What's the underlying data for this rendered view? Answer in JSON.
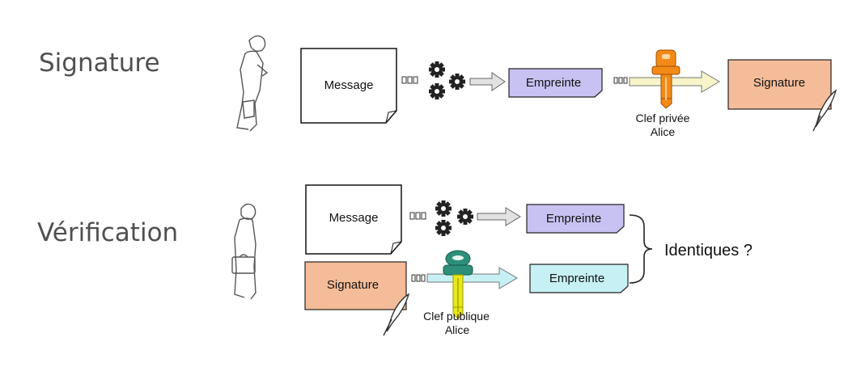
{
  "sections": {
    "signature_label": "Signature",
    "verification_label": "Vérification"
  },
  "signing": {
    "message": "Message",
    "fingerprint": "Empreinte",
    "key_line1": "Clef privée",
    "key_line2": "Alice",
    "signature": "Signature"
  },
  "verification": {
    "message": "Message",
    "fingerprint_top": "Empreinte",
    "signature": "Signature",
    "key_line1": "Clef publique",
    "key_line2": "Alice",
    "fingerprint_bottom": "Empreinte",
    "comparison": "Identiques ?"
  },
  "colors": {
    "fingerprint_fill": "#c8c2f2",
    "fingerprint_fill_verify": "#c6f0f4",
    "signature_fill": "#f4bc98",
    "private_key": "#f38a18",
    "public_key_head": "#2d8f7a",
    "public_key_blade": "#e8e81a"
  }
}
